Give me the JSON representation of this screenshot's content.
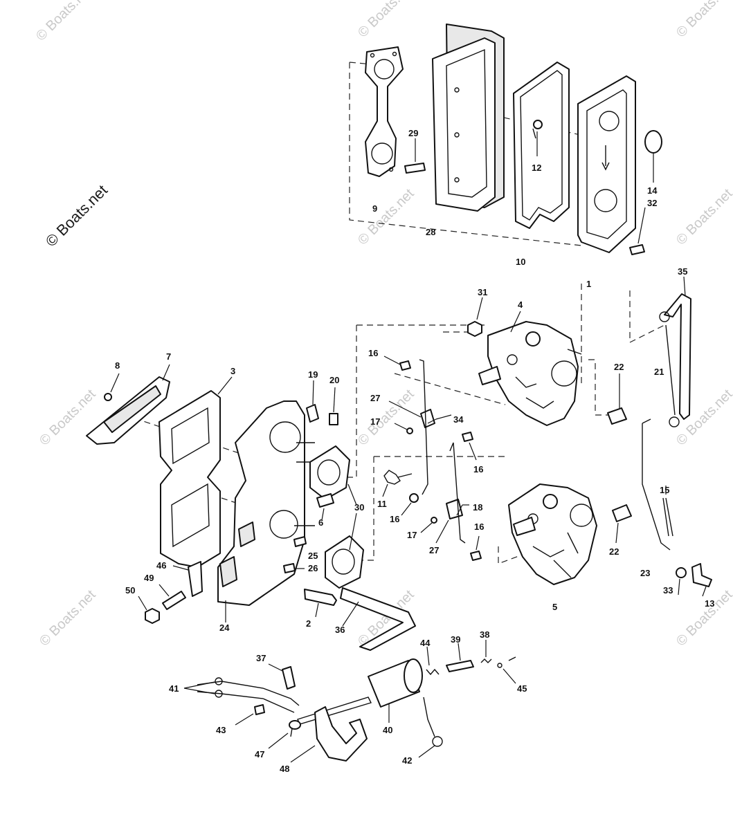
{
  "watermark_text": "© Boats.net",
  "callouts": {
    "c1": "1",
    "c2": "2",
    "c3": "3",
    "c4": "4",
    "c5": "5",
    "c6": "6",
    "c7": "7",
    "c8": "8",
    "c9": "9",
    "c10": "10",
    "c11": "11",
    "c12": "12",
    "c13": "13",
    "c14": "14",
    "c15": "15",
    "c16a": "16",
    "c16b": "16",
    "c16c": "16",
    "c16d": "16",
    "c17a": "17",
    "c17b": "17",
    "c18": "18",
    "c19": "19",
    "c20": "20",
    "c21": "21",
    "c22a": "22",
    "c22b": "22",
    "c23": "23",
    "c24": "24",
    "c25": "25",
    "c26": "26",
    "c27a": "27",
    "c27b": "27",
    "c28": "28",
    "c29": "29",
    "c30": "30",
    "c31": "31",
    "c32": "32",
    "c33": "33",
    "c34": "34",
    "c35": "35",
    "c36": "36",
    "c37": "37",
    "c38": "38",
    "c39": "39",
    "c40": "40",
    "c41": "41",
    "c42": "42",
    "c43": "43",
    "c44": "44",
    "c45": "45",
    "c46": "46",
    "c47": "47",
    "c48": "48",
    "c49": "49",
    "c50": "50"
  }
}
